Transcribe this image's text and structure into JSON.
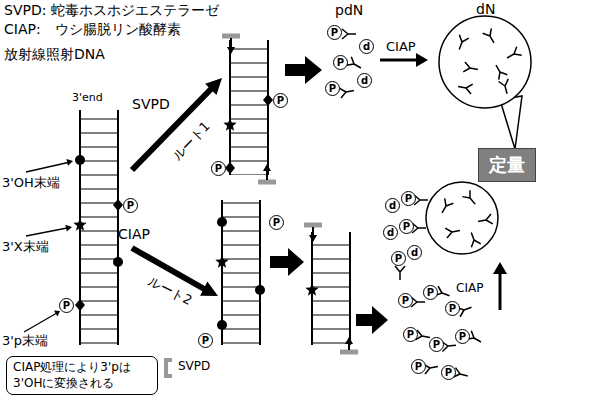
{
  "diagram": {
    "nodes": [
      {
        "text": [
          "定量"
        ]
      },
      {
        "text": [
          "CIAP処理により3'pは 3'OHに変換される"
        ]
      }
    ],
    "labels": [
      "SVPD: 蛇毒ホスホジエステラーゼ",
      "CIAP:　ウシ腸脱リン酸酵素",
      "放射線照射DNA",
      "3'end",
      "3'OH末端",
      "3'X末端",
      "3'p末端",
      "SVPD",
      "ルート1",
      "CIAP",
      "ルート2",
      "pdN",
      "CIAP",
      "dN",
      "SVPD",
      "CIAP",
      "P",
      "P",
      "P",
      "P",
      "P",
      "P",
      "d",
      "P",
      "d",
      "P",
      "P",
      "P",
      "P",
      "P",
      "P",
      "P",
      "P",
      "P",
      "P",
      "d",
      "P",
      "d",
      "P",
      "P",
      "d"
    ]
  }
}
